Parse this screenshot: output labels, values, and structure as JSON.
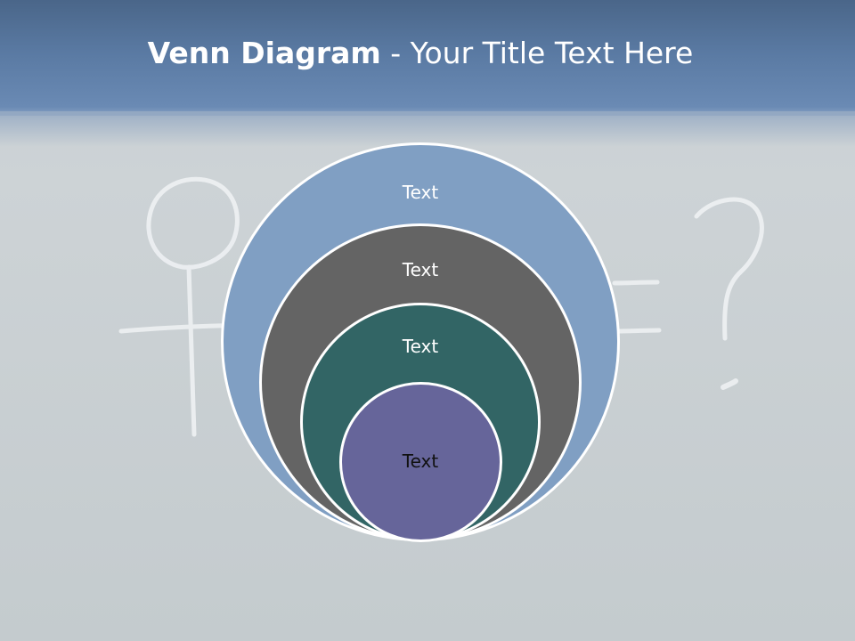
{
  "title": {
    "bold": "Venn Diagram",
    "rest": " - Your Title Text Here"
  },
  "circles": [
    {
      "label": "Text",
      "color": "#809fc3"
    },
    {
      "label": "Text",
      "color": "#646464"
    },
    {
      "label": "Text",
      "color": "#326565"
    },
    {
      "label": "Text",
      "color": "#66659a"
    }
  ],
  "background": {
    "chalk_drawing": "female-symbol-equals-question-mark"
  }
}
